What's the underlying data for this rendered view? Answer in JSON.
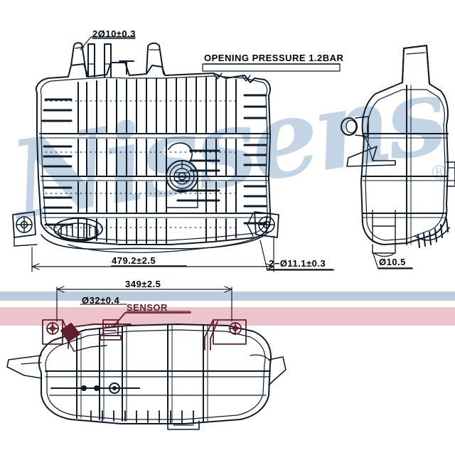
{
  "drawing": {
    "title": "Expansion tank technical drawing",
    "brand_watermark": "Nissens",
    "registered_mark": "®",
    "background_color": "#ffffff",
    "line_color": "#0d1b2a",
    "watermark_color": "#c3d5e4",
    "band_blue_color": "#b9cdde",
    "band_pink_color": "#edc3cc",
    "sensor_color": "#5e1e2b"
  },
  "annotations": {
    "hole_top": {
      "label": "2Ø10±0.3",
      "base": "2Ø10",
      "tolerance": "±0.3"
    },
    "opening_pressure": {
      "label": "OPENING PRESSURE  1.2BAR",
      "value": "1.2",
      "unit": "BAR"
    },
    "overall_width": {
      "label": "479.2±2.5",
      "base": "479.2",
      "tolerance": "±2.5"
    },
    "mount_holes": {
      "label": "2−Ø11.1±0.3",
      "base": "2−Ø11.1",
      "tolerance": "±0.3"
    },
    "side_hole": {
      "label": "Ø10.5"
    },
    "mount_spacing": {
      "label": "349±2.5",
      "base": "349",
      "tolerance": "±2.5"
    },
    "neck_diameter": {
      "label": "Ø32±0.4",
      "base": "Ø32",
      "tolerance": "±0.4"
    },
    "sensor": {
      "label": "SENSOR"
    }
  },
  "views": {
    "front": "front-elevation",
    "side": "side-elevation",
    "top": "top-plan"
  }
}
